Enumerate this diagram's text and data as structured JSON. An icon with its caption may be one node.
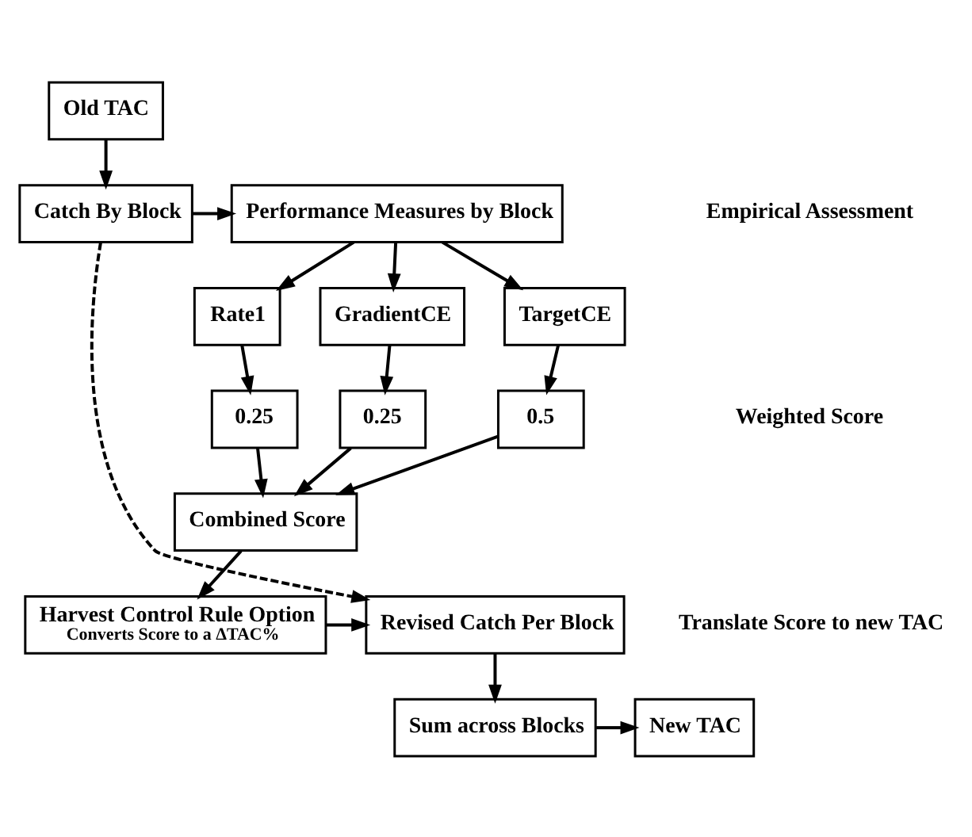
{
  "diagram": {
    "nodes": [
      {
        "text": [
          "Old TAC"
        ]
      },
      {
        "text": [
          "Catch By Block"
        ]
      },
      {
        "text": [
          "Performance Measures by Block"
        ]
      },
      {
        "text": [
          "Rate1"
        ]
      },
      {
        "text": [
          "GradientCE"
        ]
      },
      {
        "text": [
          "TargetCE"
        ]
      },
      {
        "text": [
          "0.25"
        ]
      },
      {
        "text": [
          "0.25"
        ]
      },
      {
        "text": [
          "0.5"
        ]
      },
      {
        "text": [
          "Combined Score"
        ]
      },
      {
        "text": [
          "Harvest Control Rule Option",
          "Converts Score to a ΔTAC%"
        ]
      },
      {
        "text": [
          "Revised Catch Per Block"
        ]
      },
      {
        "text": [
          "Sum across Blocks"
        ]
      },
      {
        "text": [
          "New TAC"
        ]
      }
    ],
    "edges": [
      {
        "from": 0,
        "to": 1,
        "arrow": "to"
      },
      {
        "from": 1,
        "to": 2,
        "arrow": "to"
      },
      {
        "from": 2,
        "to": 3,
        "arrow": "to"
      },
      {
        "from": 2,
        "to": 4,
        "arrow": "to"
      },
      {
        "from": 2,
        "to": 5,
        "arrow": "to"
      },
      {
        "from": 3,
        "to": 6,
        "arrow": "to"
      },
      {
        "from": 4,
        "to": 7,
        "arrow": "to"
      },
      {
        "from": 5,
        "to": 8,
        "arrow": "to"
      },
      {
        "from": 6,
        "to": 9,
        "arrow": "to"
      },
      {
        "from": 7,
        "to": 9,
        "arrow": "to"
      },
      {
        "from": 8,
        "to": 9,
        "arrow": "to"
      },
      {
        "from": 9,
        "to": 10,
        "arrow": "to"
      },
      {
        "from": 1,
        "to": 11,
        "arrow": "to",
        "style": "dashed"
      },
      {
        "from": 10,
        "to": 11,
        "arrow": "to"
      },
      {
        "from": 11,
        "to": 12,
        "arrow": "to"
      },
      {
        "from": 12,
        "to": 13,
        "arrow": "to"
      }
    ],
    "labels": [
      "Empirical Assessment",
      "Weighted Score",
      "Translate Score to new TAC"
    ]
  }
}
